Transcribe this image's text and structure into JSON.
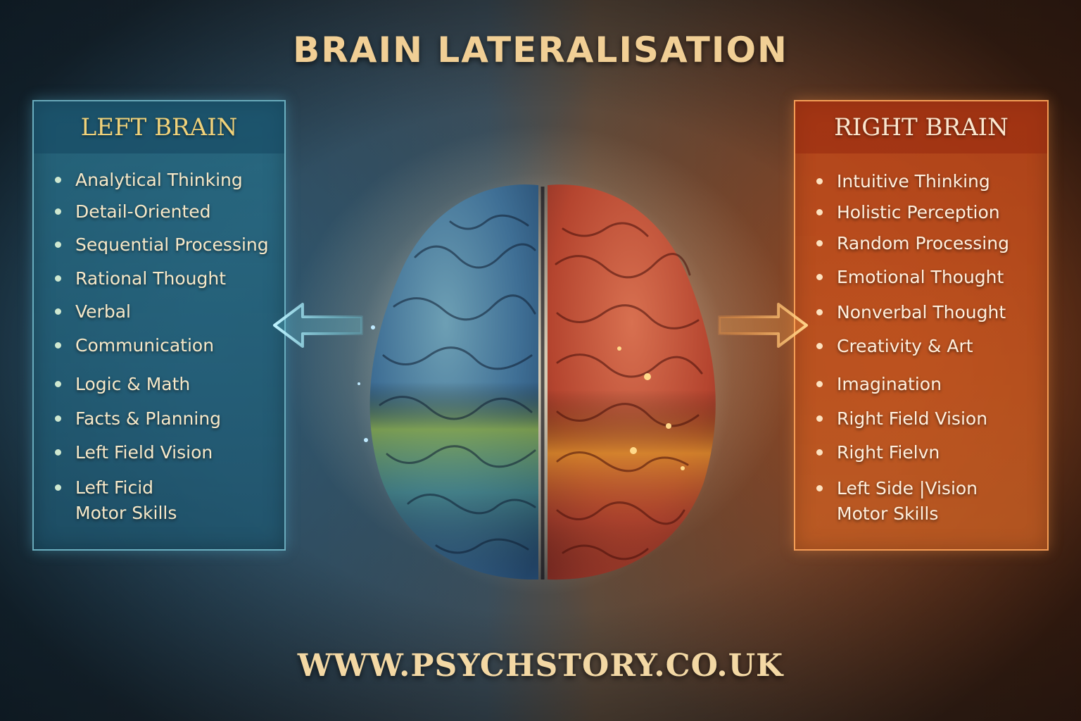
{
  "title": "BRAIN LATERALISATION",
  "footer": "WWW.PSYCHSTORY.CO.UK",
  "left_panel": {
    "heading": "LEFT BRAIN",
    "items": [
      "Analytical Thinking",
      "Detail-Oriented",
      "Sequential Processing",
      "Rational Thought",
      "Verbal",
      "Communication",
      "Logic & Math",
      "Facts & Planning",
      "Left Field Vision",
      "Left Ficid\nMotor Skills"
    ]
  },
  "right_panel": {
    "heading": "RIGHT BRAIN",
    "items": [
      "Intuitive Thinking",
      "Holistic Perception",
      "Random Processing",
      "Emotional Thought",
      "Nonverbal Thought",
      "Creativity & Art",
      "Imagination",
      "Right Field Vision",
      "Right Fielvn",
      "Left Side  |Vision\nMotor Skills"
    ]
  },
  "colors": {
    "left_accent": "#2c7a95",
    "right_accent": "#d8652a",
    "title": "#f1cf95"
  }
}
